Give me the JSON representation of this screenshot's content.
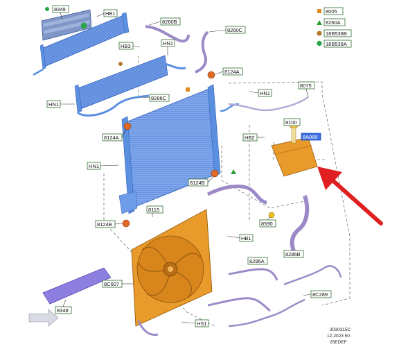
{
  "callouts": {
    "c8349": "8349",
    "hb1_top": "HB1",
    "c8260b": "8260B",
    "c8260c": "8260C",
    "hb3": "HB3",
    "hn1_top": "HN1",
    "c8124a_top": "8124A",
    "hn1_right": "HN1",
    "c8075": "8075",
    "hn1_left": "HN1",
    "c8286c": "8286C",
    "c8124a_left": "8124A",
    "c8100": "8100",
    "hb2": "HB2",
    "c8a080": "8A080",
    "hn1_mid": "HN1",
    "c8124b_mid": "8124B",
    "c8115": "8115",
    "c8124b_low": "8124B",
    "c8590": "8590",
    "hb1_mid": "HB1",
    "c8286b": "8286B",
    "c8286a": "8286A",
    "c8c607": "8C607",
    "c8c289": "8C289",
    "c8348": "8348",
    "hs1": "HS1"
  },
  "legend": {
    "items": [
      {
        "code": "8005",
        "shape": "square",
        "color": "#e08a1e"
      },
      {
        "code": "8260A",
        "shape": "triangle",
        "color": "#2e9e3a"
      },
      {
        "code": "18B539B",
        "shape": "circle",
        "color": "#b07a2a"
      },
      {
        "code": "18B539A",
        "shape": "hexagon",
        "color": "#2aa34a"
      }
    ]
  },
  "footer": {
    "line1": "3030315C",
    "line2": "12-2023 50",
    "line3": "25EDEF"
  },
  "colors": {
    "blue_part": "#5b8fe0",
    "orange_part": "#e89a2a",
    "purple_hose": "#9c8ac8",
    "arrow_red": "#e02020",
    "callout_border": "#2d6a2d"
  }
}
